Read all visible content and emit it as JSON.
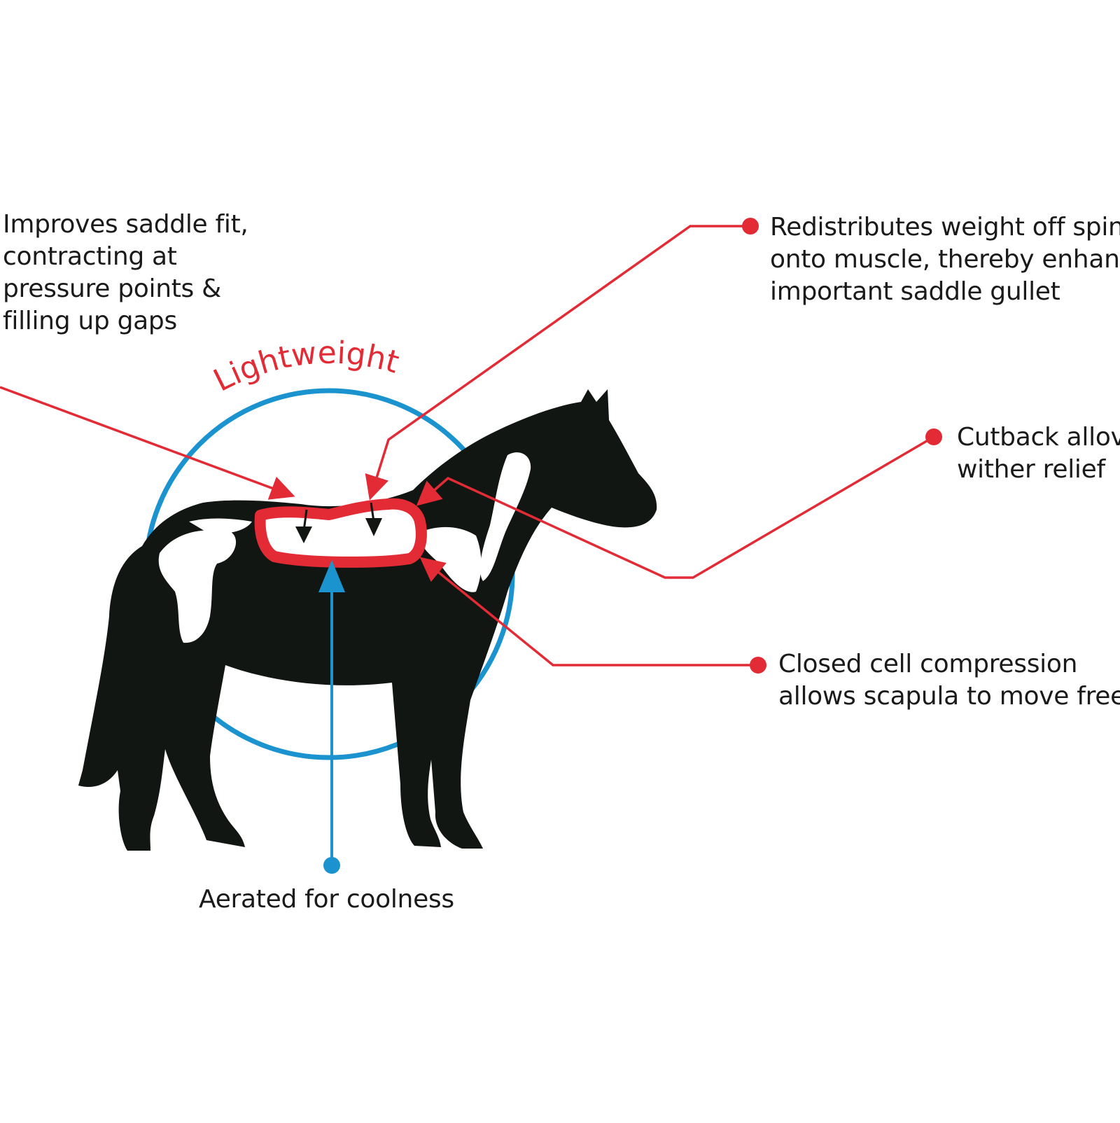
{
  "colors": {
    "accent_red": "#e32b36",
    "accent_blue": "#1a93cf",
    "silhouette": "#111612",
    "text": "#1a1a1a"
  },
  "arc_label": "Lightweight",
  "callouts": {
    "saddle_fit": [
      "Improves saddle fit,",
      "contracting at",
      "pressure points &",
      "filling up gaps"
    ],
    "weight": [
      "Redistributes weight off spine",
      "onto muscle, thereby enhanci",
      "important saddle gullet"
    ],
    "cutback": [
      "Cutback allov",
      "wither relief"
    ],
    "closed_cell": [
      "Closed cell compression",
      "allows scapula to move freel"
    ],
    "aerated": [
      "Aerated for coolness"
    ]
  }
}
